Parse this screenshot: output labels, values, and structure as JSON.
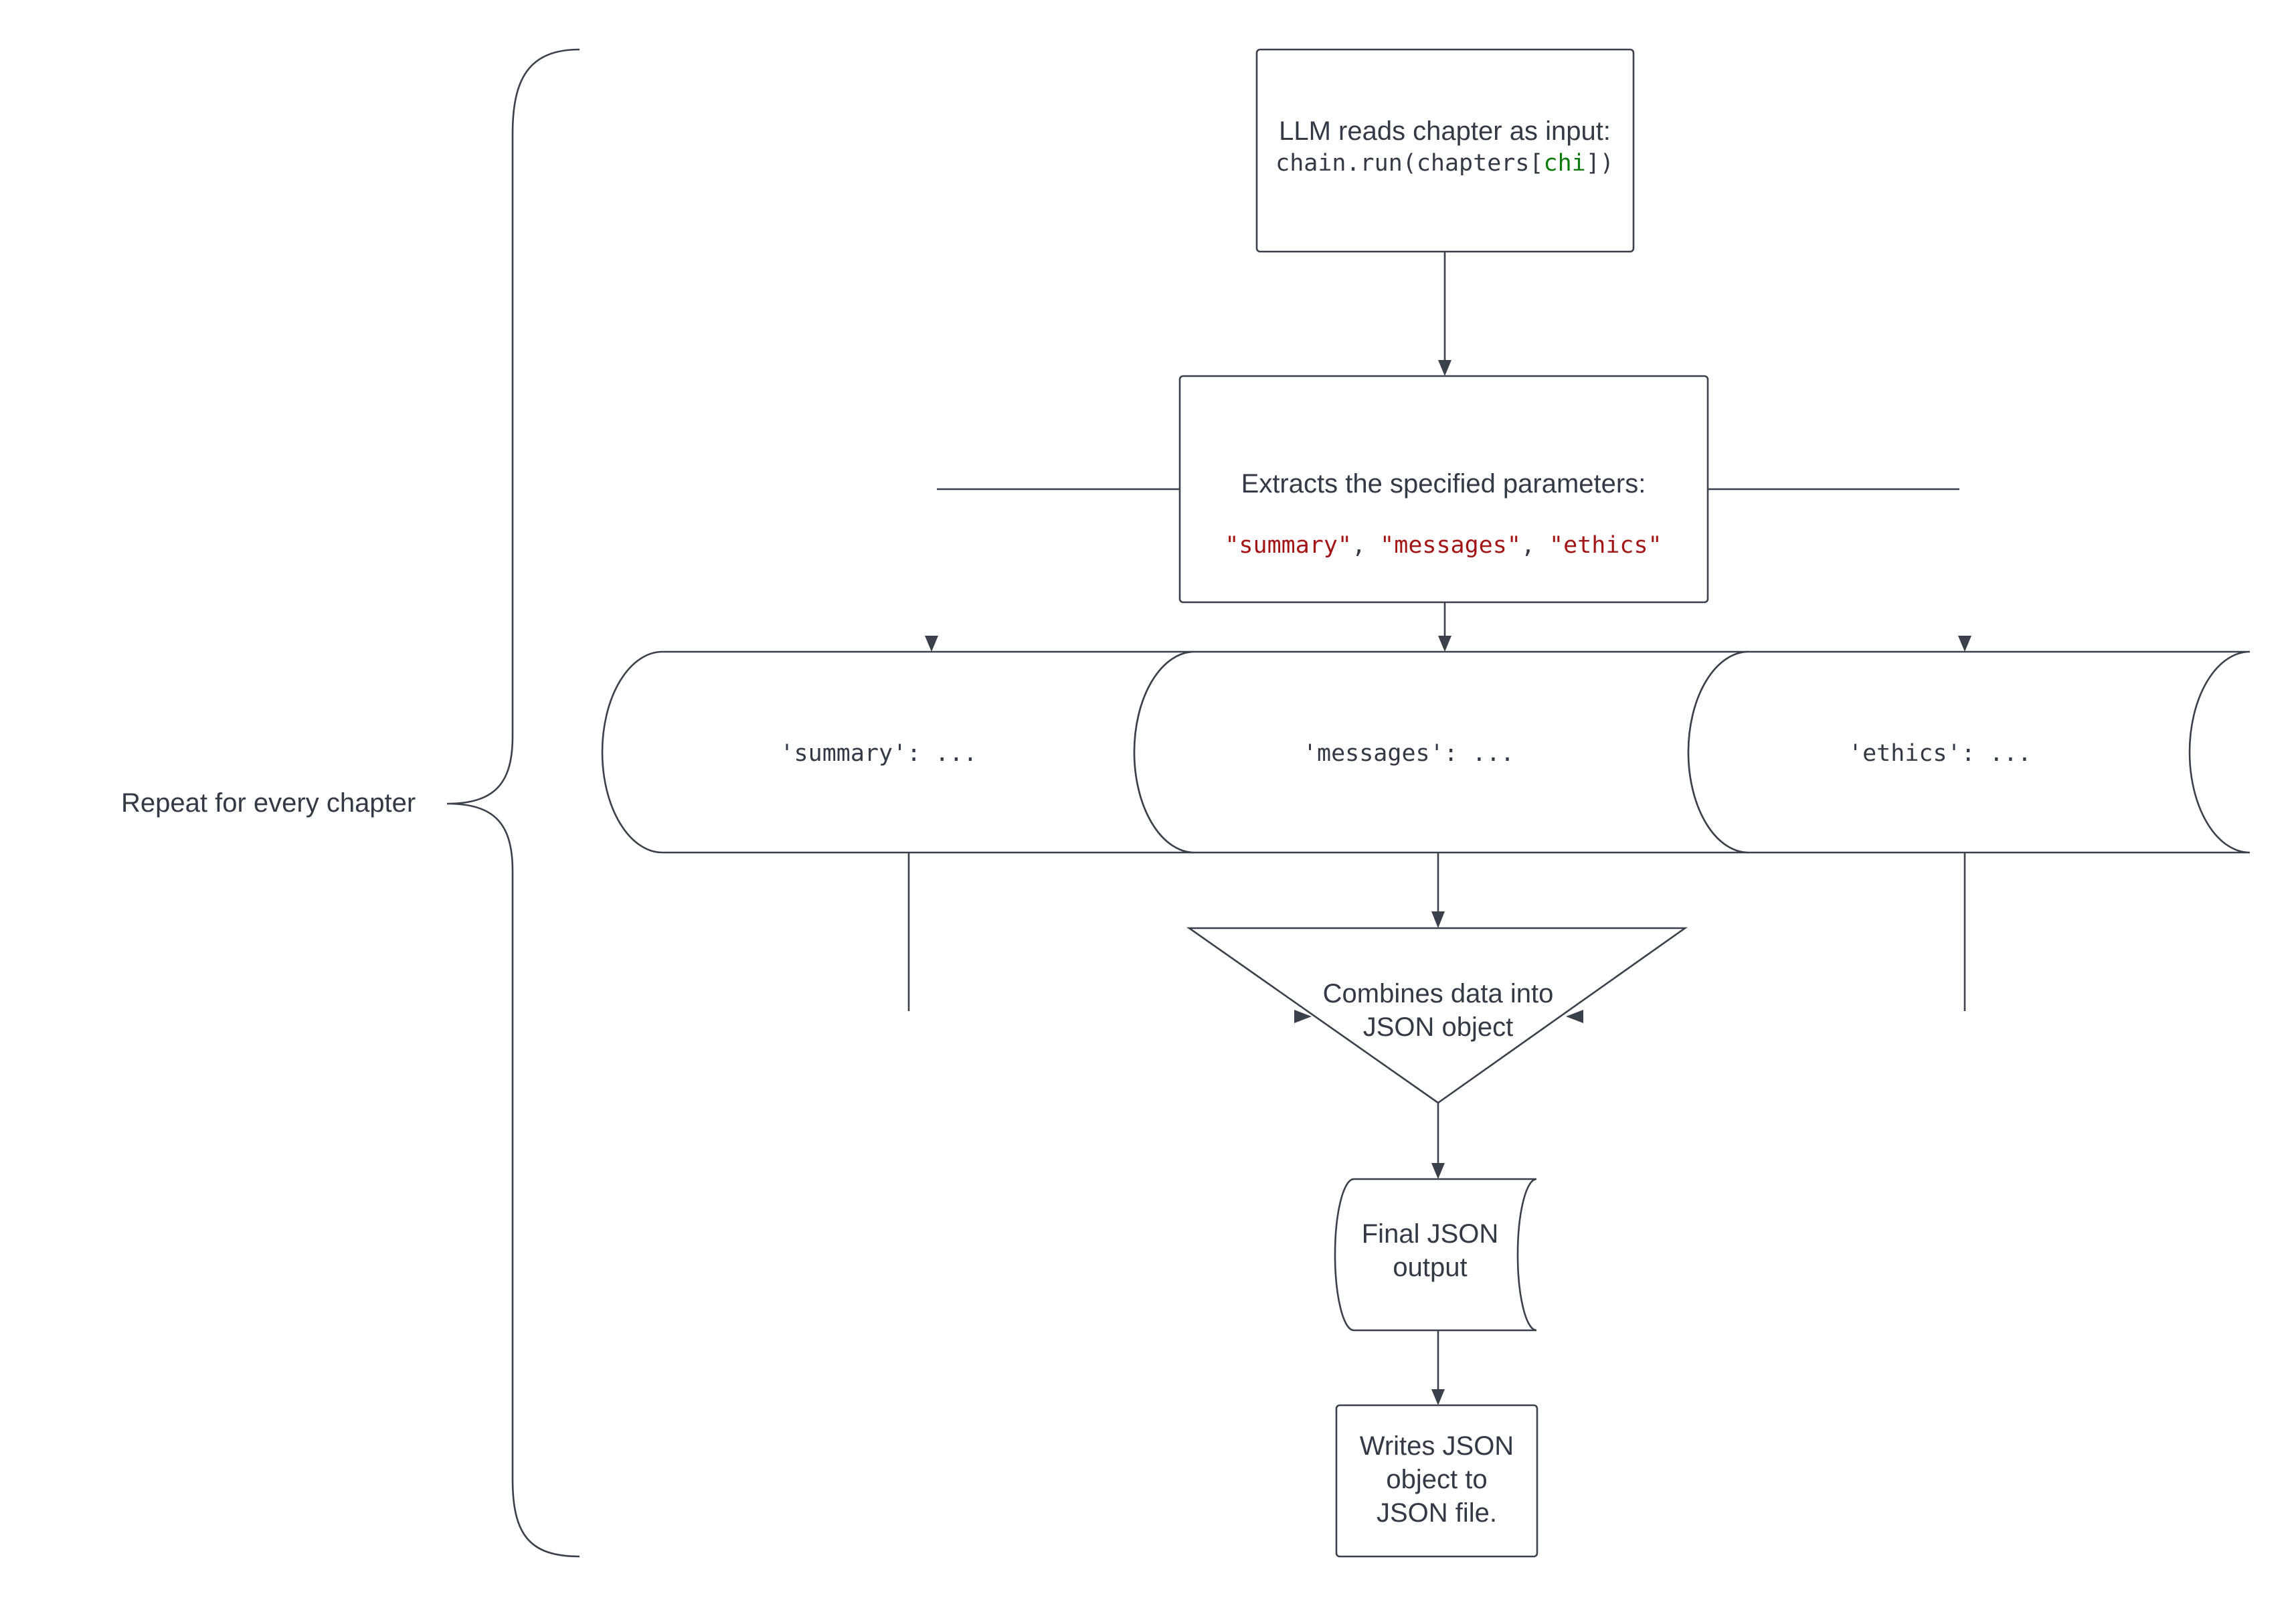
{
  "brace": {
    "label": "Repeat for every chapter"
  },
  "input_box": {
    "line1": "LLM reads chapter as input:",
    "code_prefix": "chain.run(chapters[",
    "code_var": "chi",
    "code_suffix": "])"
  },
  "extract_box": {
    "title": "Extracts the specified parameters:",
    "params": [
      {
        "text": "\"summary\"",
        "sep": ", "
      },
      {
        "text": "\"messages\"",
        "sep": ", "
      },
      {
        "text": "\"ethics\"",
        "sep": ""
      }
    ]
  },
  "data_stores": [
    {
      "label": "'summary': ..."
    },
    {
      "label": "'messages': ..."
    },
    {
      "label": "'ethics': ..."
    }
  ],
  "merge": {
    "line1": "Combines data into",
    "line2": "JSON object"
  },
  "output": {
    "line1": "Final JSON",
    "line2": "output"
  },
  "write_box": {
    "line1": "Writes JSON",
    "line2": "object to",
    "line3": "JSON file."
  },
  "colors": {
    "stroke": "#3a414a",
    "text": "#333a45",
    "string_literal": "#a31515",
    "variable": "#0a7a0a"
  }
}
